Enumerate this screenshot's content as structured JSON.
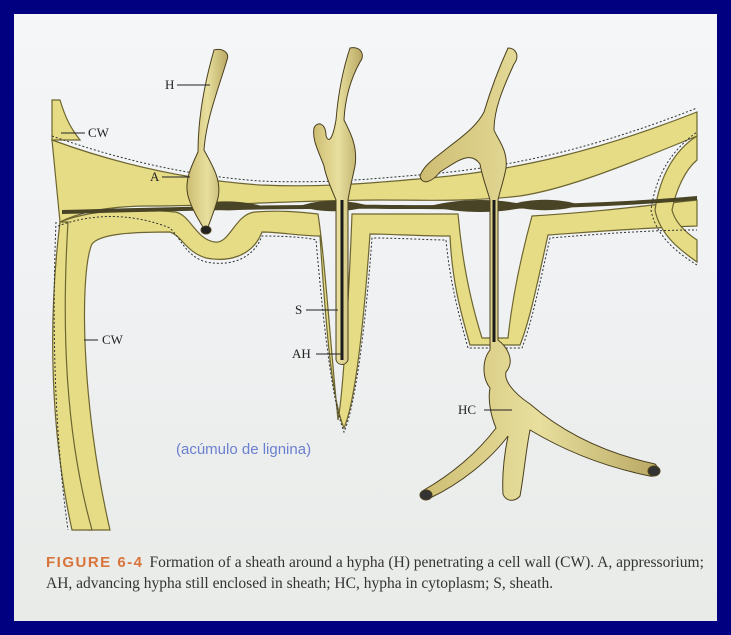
{
  "figure": {
    "labels": {
      "h": "H",
      "cw_top": "CW",
      "a": "A",
      "s": "S",
      "ah": "AH",
      "cw_bottom": "CW",
      "hc": "HC"
    },
    "annotation": "(acúmulo de lignina)"
  },
  "caption": {
    "number": "FIGURE 6-4",
    "text": "Formation of a sheath around a hypha (H) penetrating a cell wall (CW). A, appressorium; AH, advancing hypha still enclosed in sheath; HC, hypha in cytoplasm; S, sheath."
  },
  "colors": {
    "background": "#000080",
    "wall_fill": "#e6dc86",
    "hypha_fill": "#d9cc84",
    "annotation_text": "#6a7fd0",
    "caption_number": "#d9733a"
  }
}
